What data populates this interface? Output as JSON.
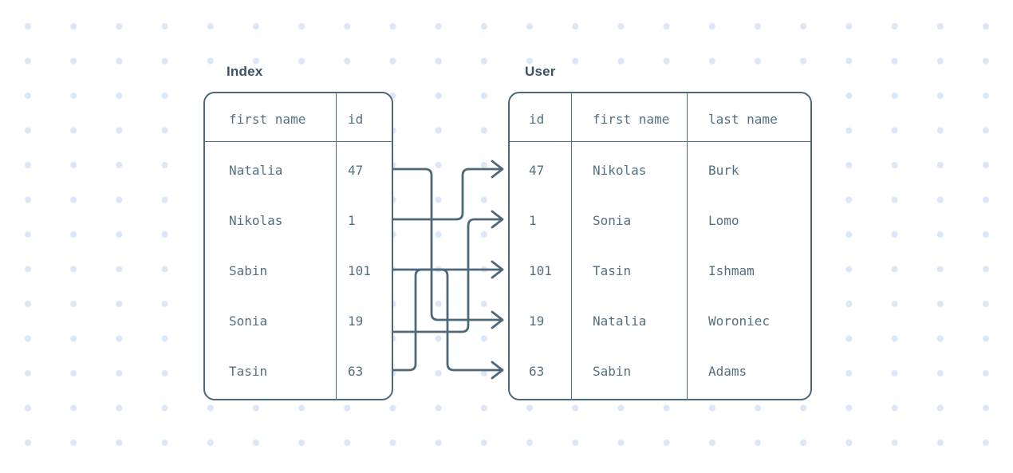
{
  "index_table": {
    "title": "Index",
    "columns": [
      "first name",
      "id"
    ],
    "rows": [
      {
        "first_name": "Natalia",
        "id": "47"
      },
      {
        "first_name": "Nikolas",
        "id": "1"
      },
      {
        "first_name": "Sabin",
        "id": "101"
      },
      {
        "first_name": "Sonia",
        "id": "19"
      },
      {
        "first_name": "Tasin",
        "id": "63"
      }
    ]
  },
  "user_table": {
    "title": "User",
    "columns": [
      "id",
      "first name",
      "last name"
    ],
    "rows": [
      {
        "id": "47",
        "first_name": "Nikolas",
        "last_name": "Burk"
      },
      {
        "id": "1",
        "first_name": "Sonia",
        "last_name": "Lomo"
      },
      {
        "id": "101",
        "first_name": "Tasin",
        "last_name": "Ishmam"
      },
      {
        "id": "19",
        "first_name": "Natalia",
        "last_name": "Woroniec"
      },
      {
        "id": "63",
        "first_name": "Sabin",
        "last_name": "Adams"
      }
    ]
  },
  "arrows": [
    {
      "from_index_row": 0,
      "from_first_name": "Natalia",
      "to_user_row": 3
    },
    {
      "from_index_row": 1,
      "from_first_name": "Nikolas",
      "to_user_row": 0
    },
    {
      "from_index_row": 2,
      "from_first_name": "Sabin",
      "to_user_row": 4
    },
    {
      "from_index_row": 3,
      "from_first_name": "Sonia",
      "to_user_row": 1
    },
    {
      "from_index_row": 4,
      "from_first_name": "Tasin",
      "to_user_row": 2
    }
  ],
  "colors": {
    "background": "#ffffff",
    "dot": "#dbe7f8",
    "stroke": "#4d6879",
    "cell_text": "#52707f",
    "title_text": "#3a5264"
  }
}
